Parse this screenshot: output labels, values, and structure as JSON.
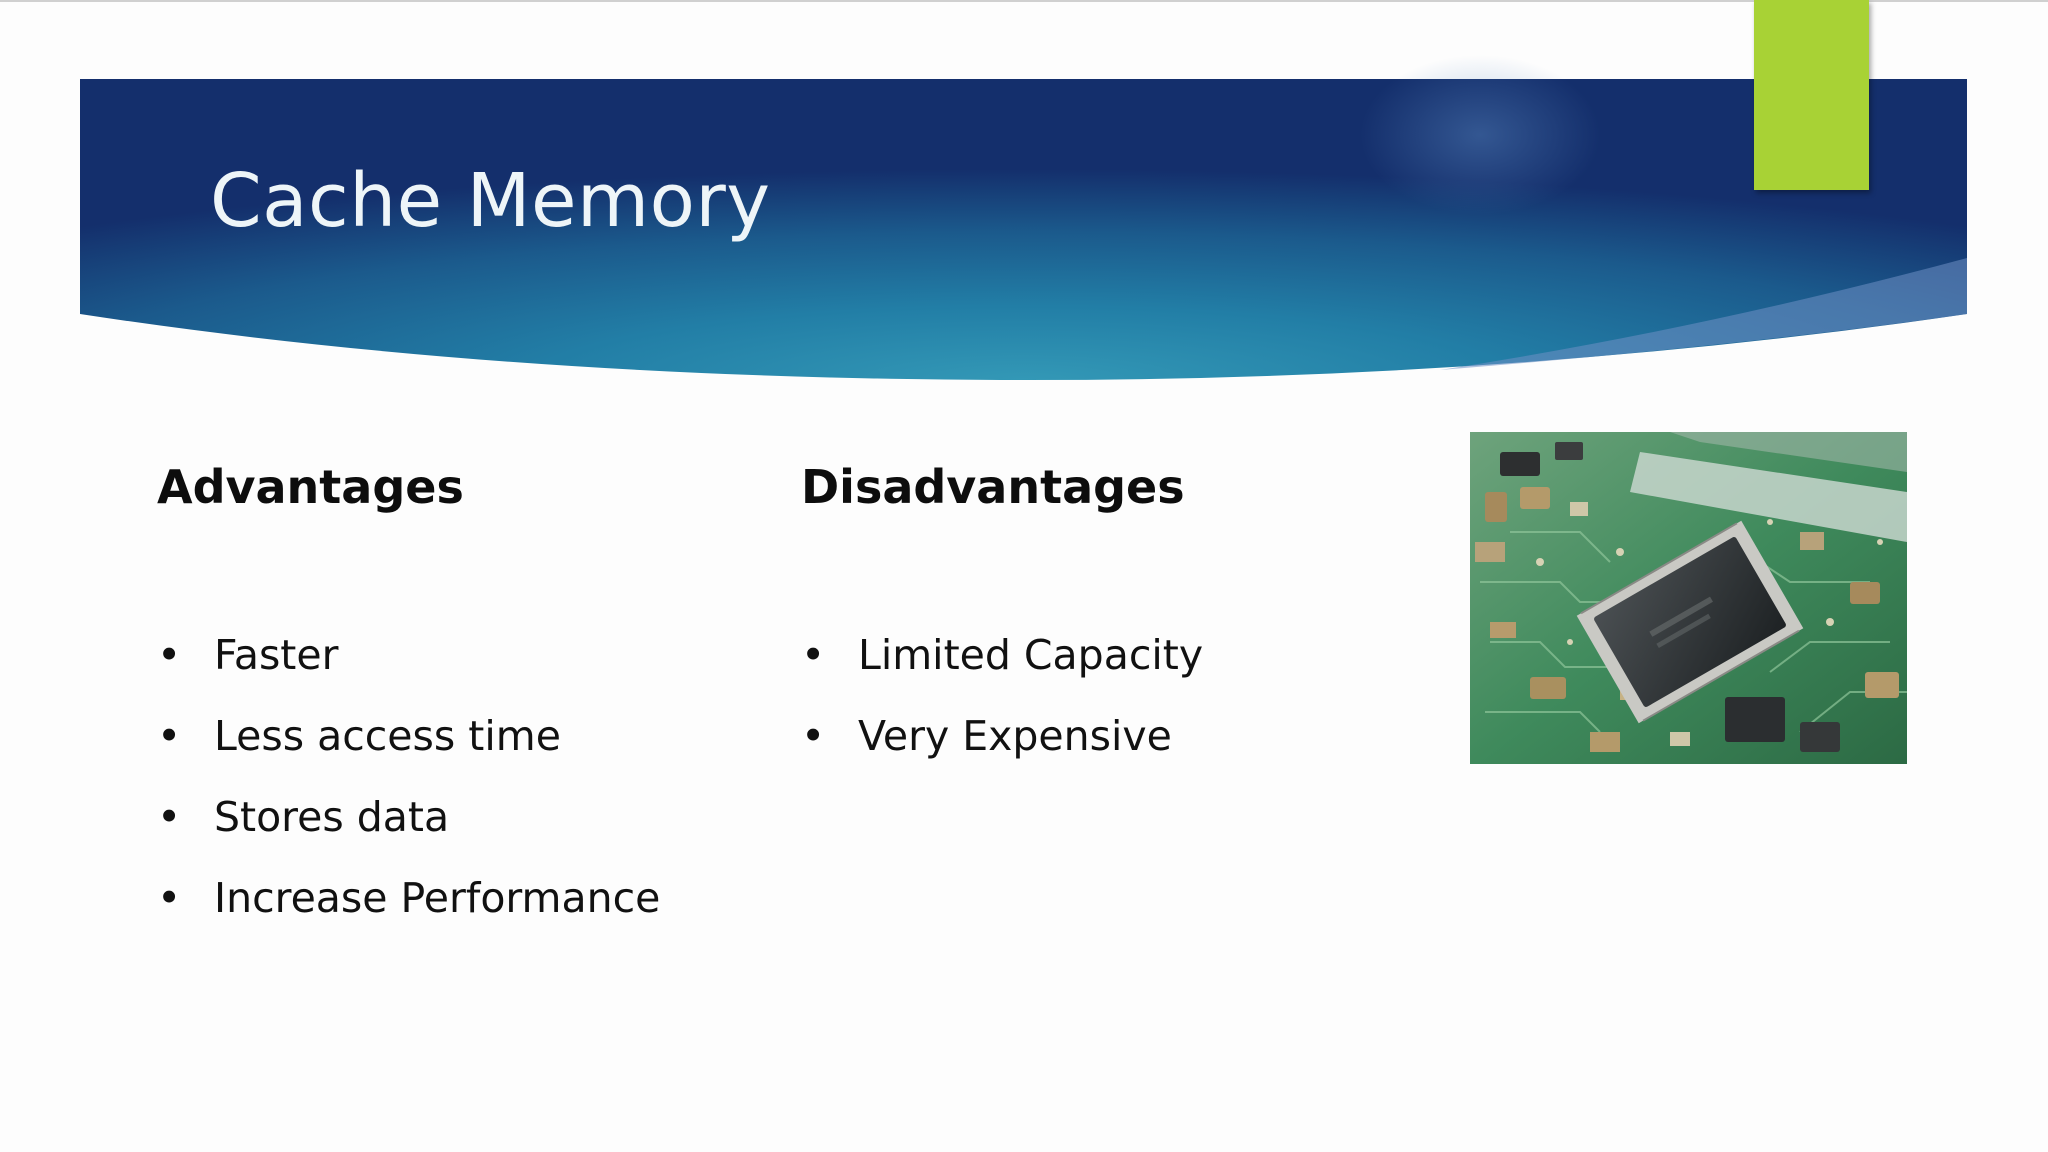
{
  "slide": {
    "title": "Cache Memory",
    "colors": {
      "banner_dark": "#15306e",
      "banner_light": "#2f90b0",
      "accent_green": "#a8d235",
      "background": "#fdfdfd",
      "text": "#111111"
    }
  },
  "advantages": {
    "heading": "Advantages",
    "items": [
      {
        "bullet": "•",
        "text": "Faster"
      },
      {
        "bullet": "•",
        "text": "Less access time"
      },
      {
        "bullet": "•",
        "text": "Stores data"
      },
      {
        "bullet": "•",
        "text": "Increase Performance"
      }
    ]
  },
  "disadvantages": {
    "heading": "Disadvantages",
    "items": [
      {
        "bullet": "•",
        "text": "Limited Capacity"
      },
      {
        "bullet": "•",
        "text": "Very Expensive"
      }
    ]
  },
  "image": {
    "icon": "circuit-board-photo"
  }
}
